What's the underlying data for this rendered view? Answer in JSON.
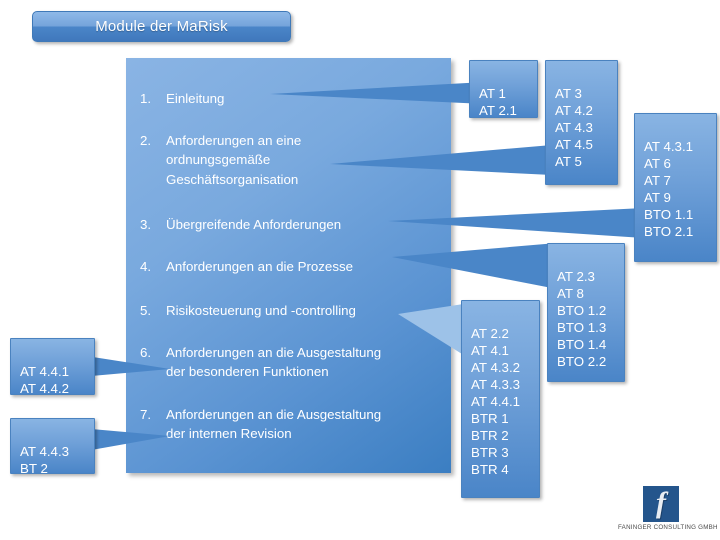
{
  "title_banner": {
    "label": "Module der MaRisk"
  },
  "main_list": {
    "items": [
      {
        "number": "1.",
        "text": "Einleitung"
      },
      {
        "number": "2.",
        "text": "Anforderungen an eine\nordnungsgemäße\nGeschäftsorganisation"
      },
      {
        "number": "3.",
        "text": "Übergreifende Anforderungen"
      },
      {
        "number": "4.",
        "text": " Anforderungen an die Prozesse"
      },
      {
        "number": "5.",
        "text": "Risikosteuerung und -controlling"
      },
      {
        "number": "6.",
        "text": "Anforderungen an die Ausgestaltung\nder besonderen Funktionen"
      },
      {
        "number": "7.",
        "text": "Anforderungen an die Ausgestaltung\nder internen Revision"
      }
    ]
  },
  "side_boxes": {
    "at1": {
      "text": "AT 1\nAT 2.1"
    },
    "at3": {
      "text": "AT 3\nAT 4.2\nAT 4.3\nAT 4.5\nAT 5"
    },
    "at431": {
      "text": "AT 4.3.1\nAT 6\nAT 7\nAT 9\nBTO 1.1\nBTO 2.1"
    },
    "at23": {
      "text": "AT 2.3\nAT 8\nBTO 1.2\nBTO 1.3\nBTO 1.4\nBTO 2.2"
    },
    "at22": {
      "text": "AT 2.2\nAT 4.1\nAT 4.3.2\nAT 4.3.3\nAT 4.4.1\nBTR 1\nBTR 2\nBTR 3\nBTR 4"
    },
    "at441": {
      "text": "AT 4.4.1\nAT 4.4.2"
    },
    "at443": {
      "text": "AT 4.4.3\nBT 2"
    }
  },
  "logo": {
    "glyph": "f",
    "company": "FANINGER CONSULTING GMBH"
  },
  "colors": {
    "box_fill_light": "#8ab4e4",
    "box_fill_dark": "#3b7ec2",
    "connector_fill": "#4a86c8",
    "connector_fill_light": "#a8c8ea",
    "logo_mark": "#24558c",
    "background": "#ffffff"
  }
}
